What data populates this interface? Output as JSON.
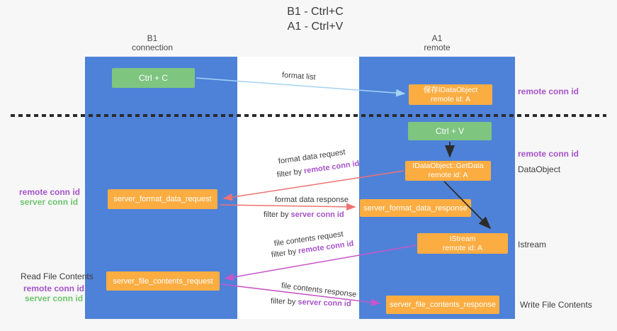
{
  "title": {
    "line1": "B1 - Ctrl+C",
    "line2": "A1 - Ctrl+V"
  },
  "columns": {
    "b1": {
      "name": "B1",
      "subtitle": "connection"
    },
    "a1": {
      "name": "A1",
      "subtitle": "remote"
    }
  },
  "boxes": {
    "ctrl_c": {
      "label": "Ctrl + C"
    },
    "ctrl_v": {
      "label": "Ctrl + V"
    },
    "save_dataobject": {
      "line1": "保存IDataObject",
      "line2": "remote id: A"
    },
    "getdata": {
      "line1": "IDataObject::GetData",
      "line2": "remote id: A"
    },
    "istream": {
      "line1": "IStream",
      "line2": "remote id: A"
    },
    "server_format_data_request": {
      "label": "server_format_data_request"
    },
    "server_format_data_response": {
      "label": "server_format_data_response"
    },
    "server_file_contents_request": {
      "label": "server_file_contents_request"
    },
    "server_file_contents_response": {
      "label": "server_file_contents_response"
    }
  },
  "arrow_labels": {
    "format_list": "format list",
    "format_data_request": "format data request",
    "format_data_response": "format data response",
    "file_contents_request": "file contents request",
    "file_contents_response": "file contents response",
    "filter_by": "filter by ",
    "remote_conn_id": "remote conn id",
    "server_conn_id": "server conn id"
  },
  "side_labels": {
    "right_top_remote_conn_id": "remote conn id",
    "right_mid_remote_conn_id": "remote conn id",
    "dataobject": "DataObject",
    "istream": "Istream",
    "write_file_contents": "Write File Contents",
    "read_file_contents": "Read File Contents",
    "left_remote_conn_id_top": "remote conn id",
    "left_server_conn_id_top": "server conn id",
    "left_remote_conn_id_bottom": "remote conn id",
    "left_server_conn_id_bottom": "server conn id"
  },
  "colors": {
    "column_blue": "#4e82d8",
    "box_green": "#7ec580",
    "box_orange": "#fbad42",
    "arrow_light_blue": "#a5d3f2",
    "arrow_red": "#ee7272",
    "arrow_magenta": "#c955c9",
    "arrow_black": "#2b2b2b",
    "label_purple": "#a653c9",
    "label_green": "#6ec46e",
    "background": "#f7f7f7"
  }
}
